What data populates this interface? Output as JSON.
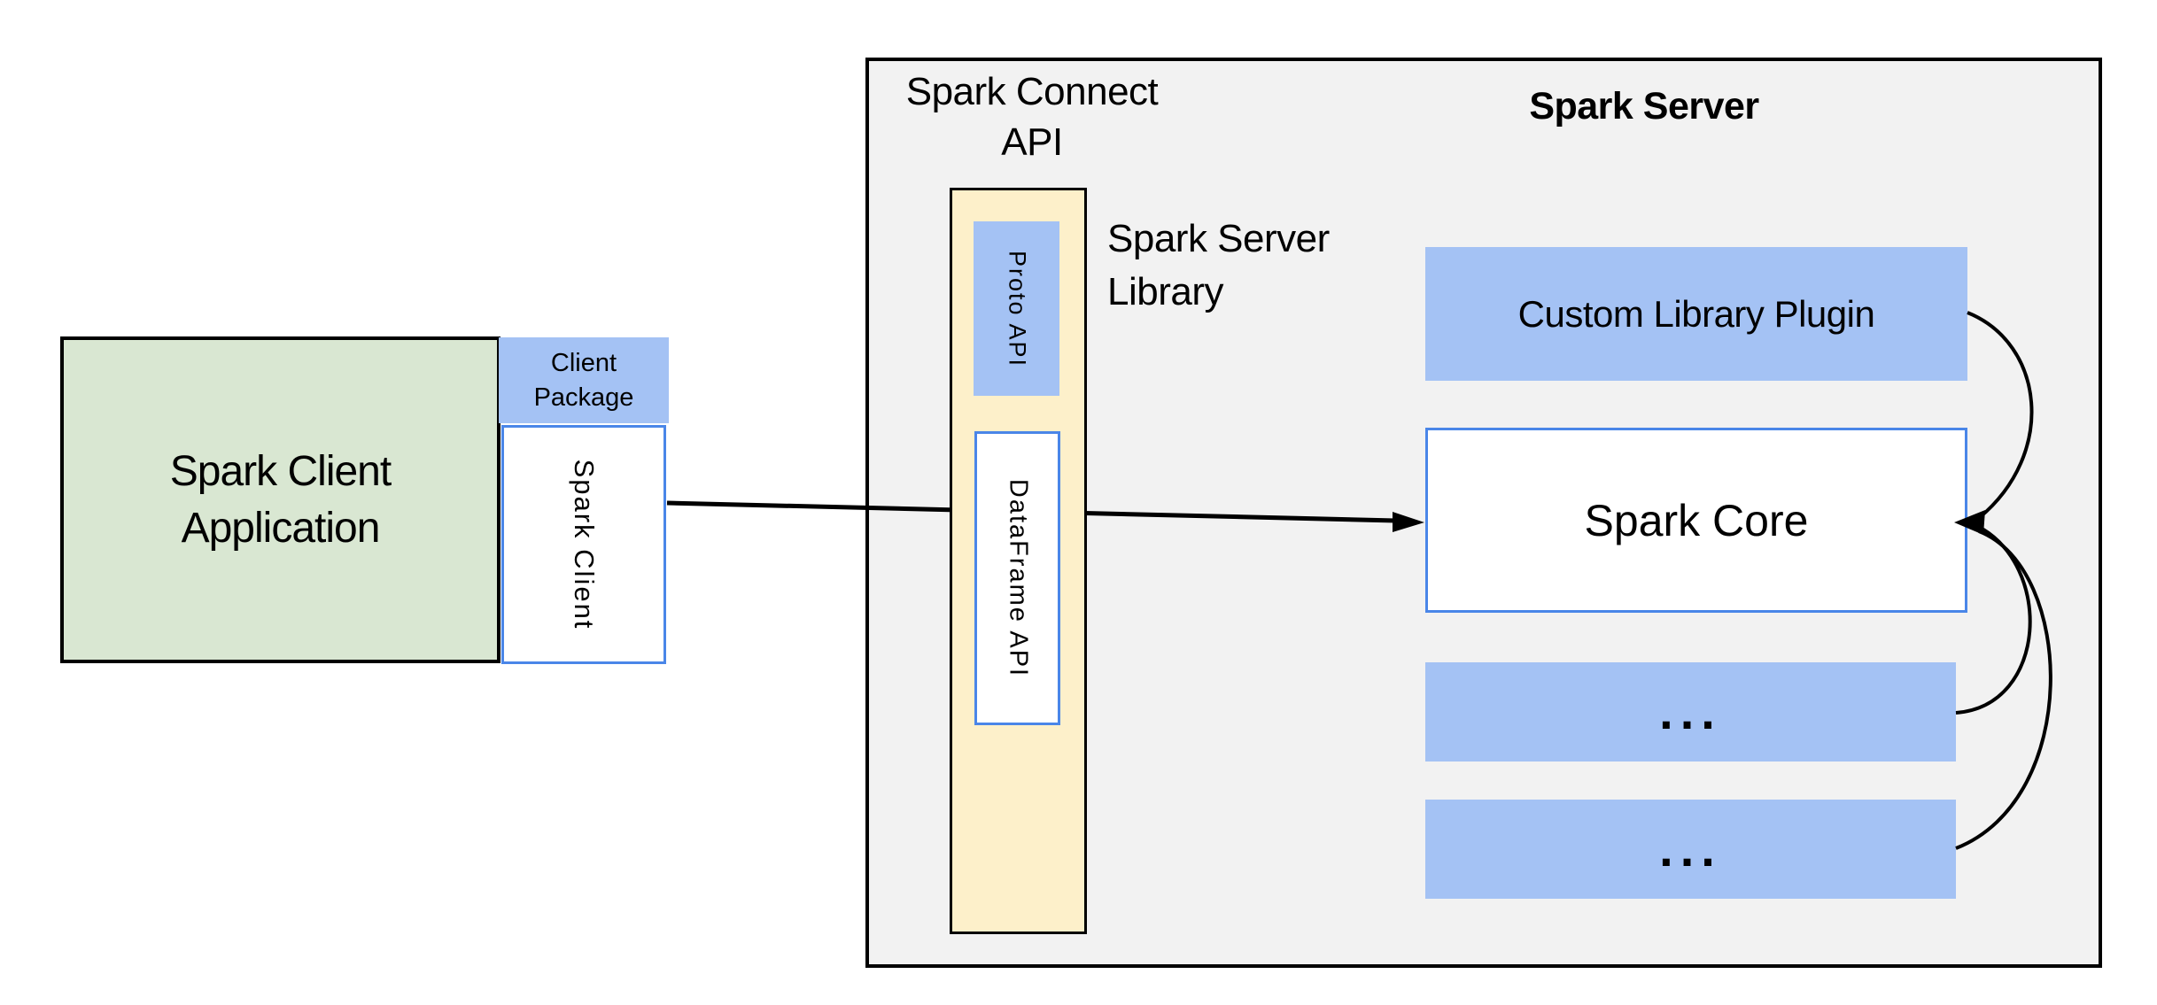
{
  "palette": {
    "white": "#ffffff",
    "black": "#000000",
    "gray": "#f2f2f2",
    "green": "#d9e7d2",
    "blue-fill": "#a4c2f4",
    "yellow": "#fdf0ca",
    "blue-border": "#4a86e8"
  },
  "labels": {
    "client_app": "Spark Client Application",
    "client_package": "Client Package",
    "spark_client": "Spark Client",
    "connect_api": "Spark Connect API",
    "proto_api": "Proto API",
    "dataframe_api": "DataFrame API",
    "server_library": "Spark Server Library",
    "server_title": "Spark Server",
    "plugin": "Custom Library Plugin",
    "core": "Spark Core",
    "dots": "..."
  },
  "edges": [
    {
      "from": "spark-client",
      "to": "spark-core",
      "type": "straight-arrow"
    },
    {
      "from": "custom-library-plugin",
      "to": "spark-core",
      "type": "curved-arrow"
    },
    {
      "from": "placeholder-box-1",
      "to": "spark-core",
      "type": "curved-arrow"
    },
    {
      "from": "placeholder-box-2",
      "to": "spark-core",
      "type": "curved-arrow"
    }
  ]
}
